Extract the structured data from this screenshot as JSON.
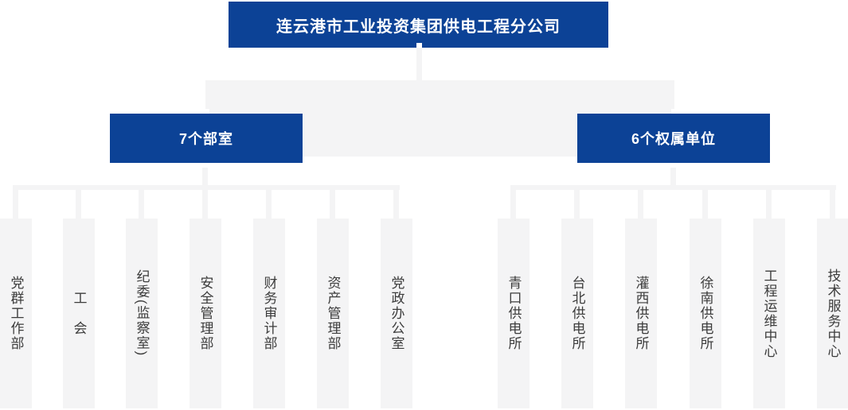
{
  "org": {
    "root": {
      "label": "连云港市工业投资集团供电工程分公司"
    },
    "branches": [
      {
        "label": "7个部室",
        "children": [
          "党群工作部",
          "工　会",
          "纪委(监察室)",
          "安全管理部",
          "财务审计部",
          "资产管理部",
          "党政办公室"
        ]
      },
      {
        "label": "6个权属单位",
        "children": [
          "青口供电所",
          "台北供电所",
          "灌西供电所",
          "徐南供电所",
          "工程运维中心",
          "技术服务中心"
        ]
      }
    ]
  },
  "colors": {
    "primary_blue": "#0C4296",
    "connector_gray": "#F4F4F5",
    "leaf_text": "#3C3C3C",
    "box_text": "#FFFFFF"
  }
}
